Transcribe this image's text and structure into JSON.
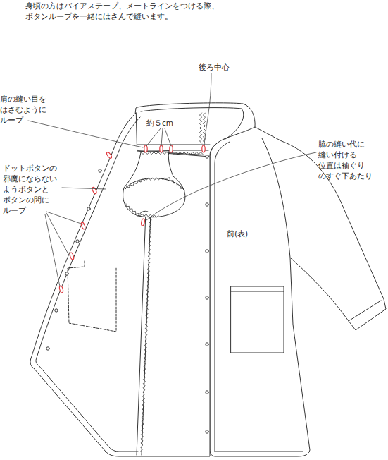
{
  "diagram": {
    "labels": [
      "身頃の方はバイアステープ、メートラインをつける際、",
      "ボタンループを一緒にはさんで縫います。",
      "後ろ中心",
      "肩の縫い目を",
      "はさむように",
      "ループ",
      "約５cm",
      "ドットボタンの",
      "邪魔にならない",
      "ようボタンと",
      "ボタンの間に",
      "ループ",
      "脇の縫い代に",
      "縫い付ける",
      "位置は袖ぐり",
      "のすぐ下あたり",
      "前(表)"
    ]
  }
}
